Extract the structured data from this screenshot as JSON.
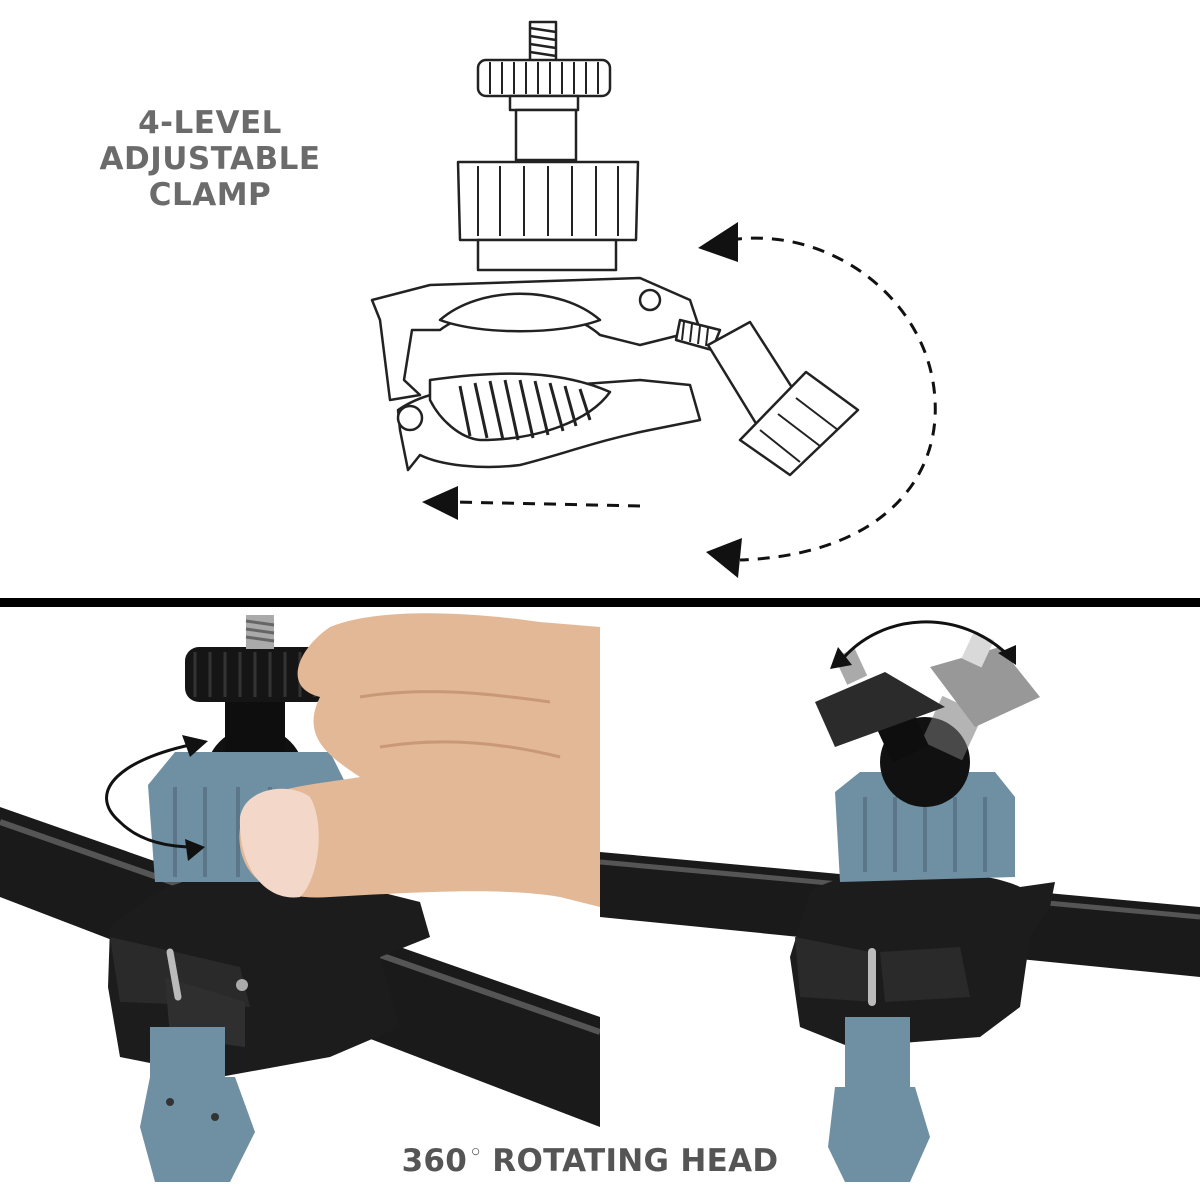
{
  "headline": {
    "lines": [
      "4-LEVEL",
      "ADJUSTABLE",
      "CLAMP"
    ]
  },
  "caption": {
    "number": "360",
    "degree_symbol": "◦",
    "text": "ROTATING HEAD"
  },
  "colors": {
    "text_gray": "#6b6b6b",
    "accent_blue": "#6f8fa3",
    "divider": "#000000"
  }
}
